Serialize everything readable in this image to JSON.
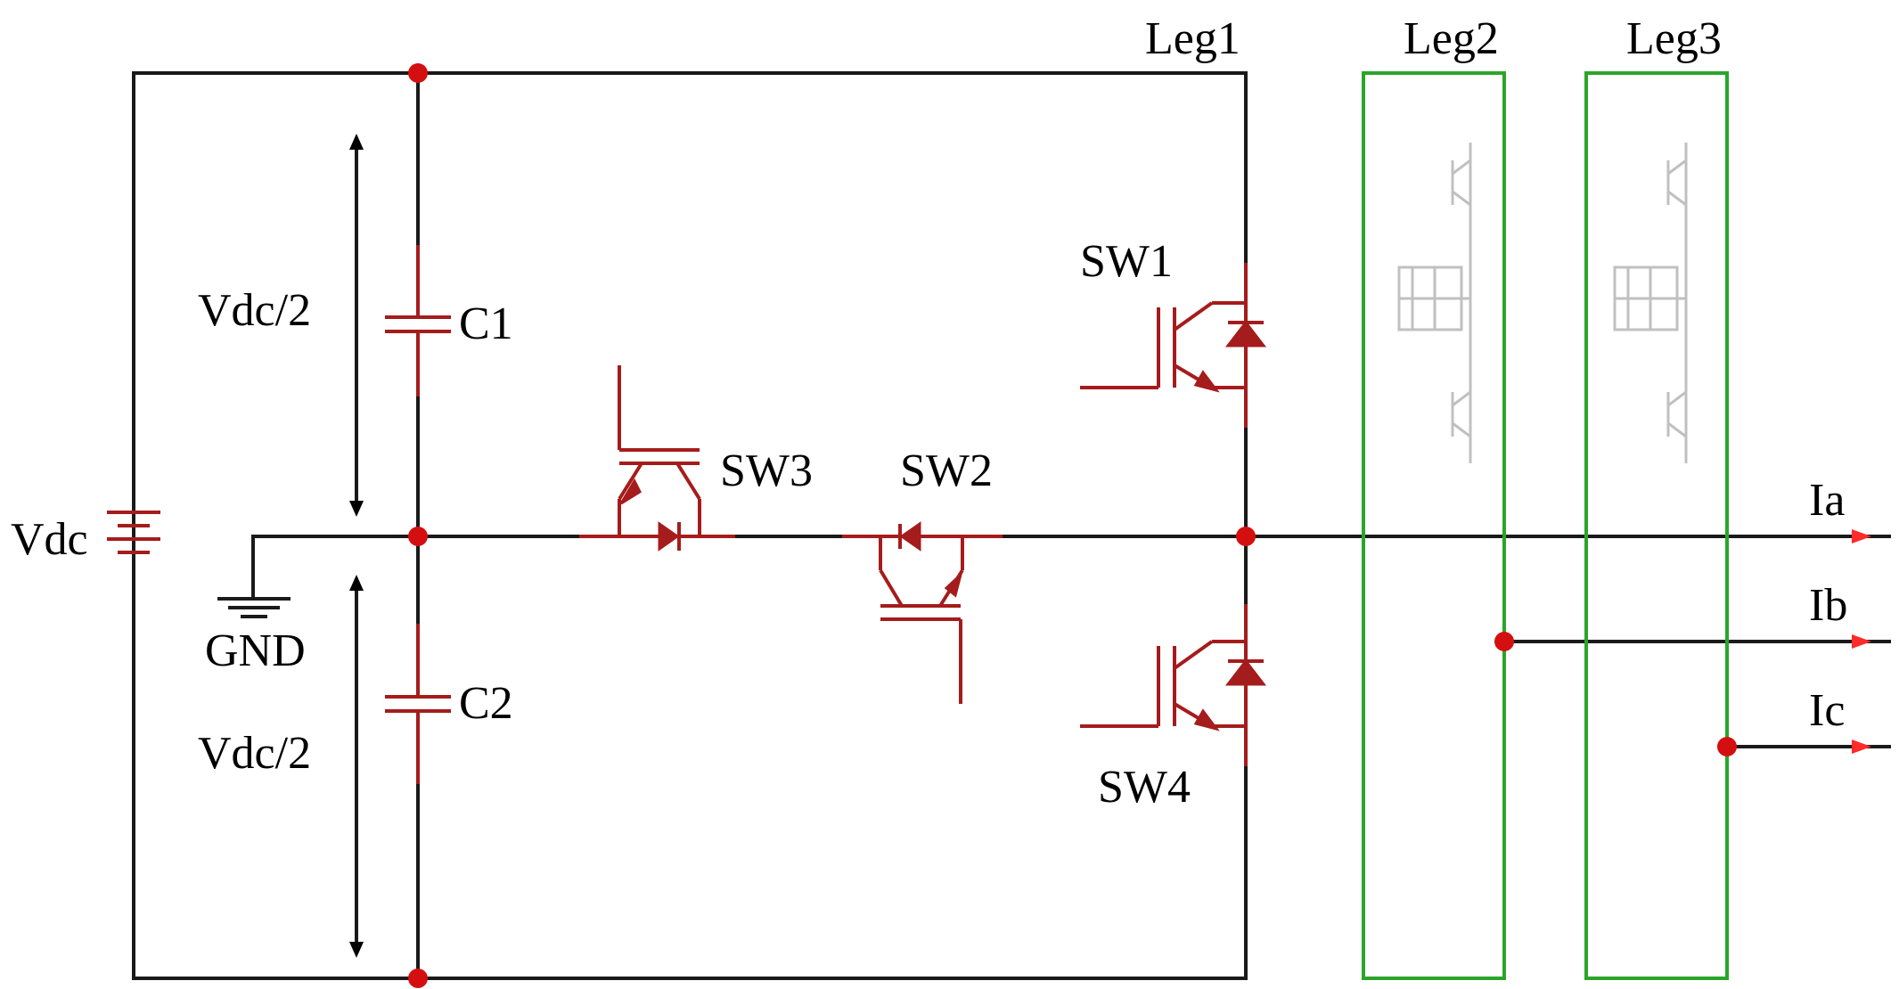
{
  "diagram": {
    "source": "Vdc",
    "capacitors": [
      "C1",
      "C2"
    ],
    "half_voltage_top": "Vdc/2",
    "half_voltage_bottom": "Vdc/2",
    "ground": "GND",
    "switches": [
      "SW1",
      "SW2",
      "SW3",
      "SW4"
    ],
    "legs": [
      "Leg1",
      "Leg2",
      "Leg3"
    ],
    "outputs": [
      "Ia",
      "Ib",
      "Ic"
    ],
    "colors": {
      "wire": "#1a1a1a",
      "component": "#a51c1c",
      "leg_box": "#2aa52a",
      "node": "#d40f0f",
      "current_arrow": "#ff2a2a",
      "ghost_component": "#c0c0c0"
    }
  }
}
